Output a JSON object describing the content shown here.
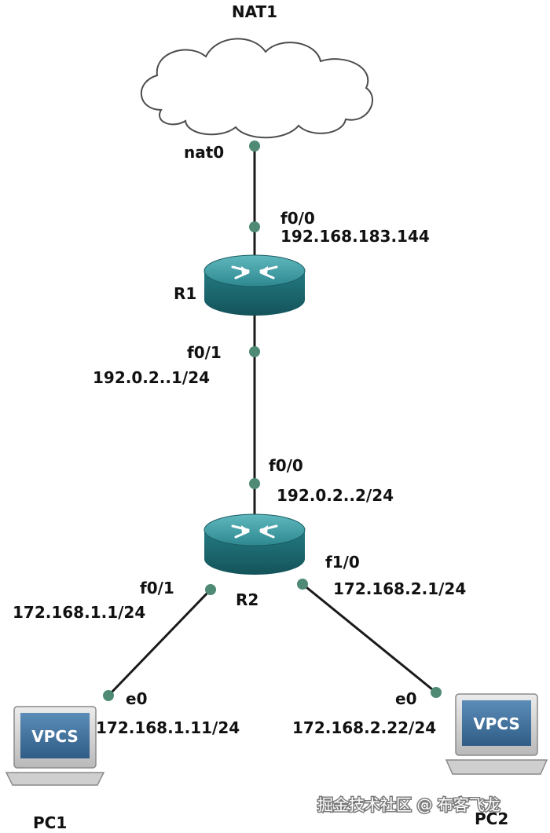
{
  "cloud": {
    "name": "NAT1",
    "port": "nat0"
  },
  "routers": {
    "r1": {
      "name": "R1",
      "port_top": "f0/0",
      "ip_top": "192.168.183.144",
      "port_bottom": "f0/1",
      "ip_bottom": "192.0.2..1/24"
    },
    "r2": {
      "name": "R2",
      "port_top": "f0/0",
      "ip_top": "192.0.2..2/24",
      "port_left": "f0/1",
      "ip_left": "172.168.1.1/24",
      "port_right": "f1/0",
      "ip_right": "172.168.2.1/24"
    }
  },
  "hosts": {
    "pc1": {
      "name": "PC1",
      "screen_label": "VPCS",
      "port": "e0",
      "ip": "172.168.1.11/24"
    },
    "pc2": {
      "name": "PC2",
      "screen_label": "VPCS",
      "port": "e0",
      "ip": "172.168.2.22/24"
    }
  },
  "watermark": "掘金技术社区 @ 布客飞龙",
  "colors": {
    "link": "#1a1a1a",
    "port_dot": "#4e8a74",
    "router_top": "#3f9da3",
    "router_body": "#1f6f76",
    "screen": "#3d6f99",
    "cloud_stroke": "#4d4d4d"
  }
}
